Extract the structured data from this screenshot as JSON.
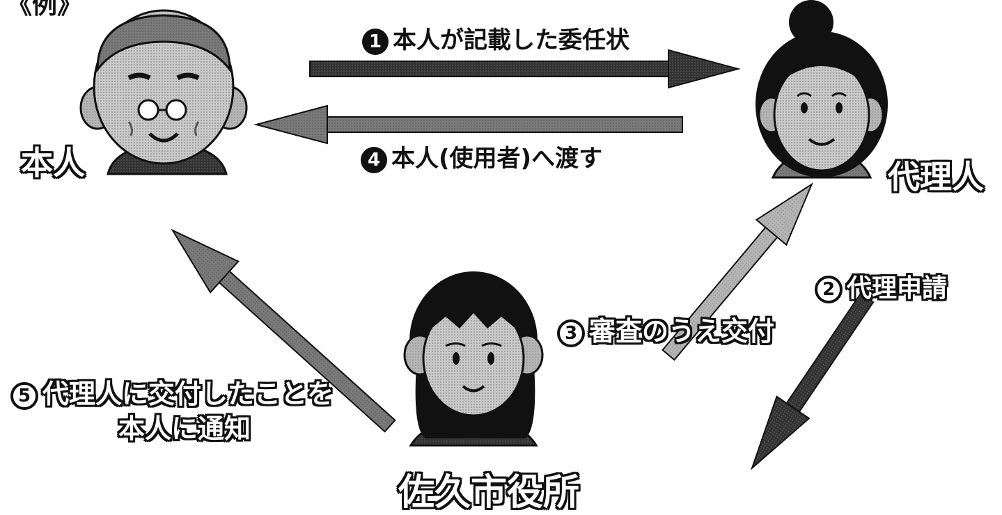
{
  "corner_fragment": "《例》",
  "actors": {
    "principal": "本人",
    "proxy": "代理人",
    "office": "佐久市役所"
  },
  "steps": {
    "s1": {
      "num": "1",
      "text": "本人が記載した委任状"
    },
    "s2": {
      "num": "2",
      "text": "代理申請"
    },
    "s3": {
      "num": "3",
      "text": "審査のうえ交付"
    },
    "s4": {
      "num": "4",
      "text": "本人(使用者)へ渡す"
    },
    "s5": {
      "num": "5",
      "line1": "代理人に交付したことを",
      "line2": "本人に通知"
    }
  }
}
